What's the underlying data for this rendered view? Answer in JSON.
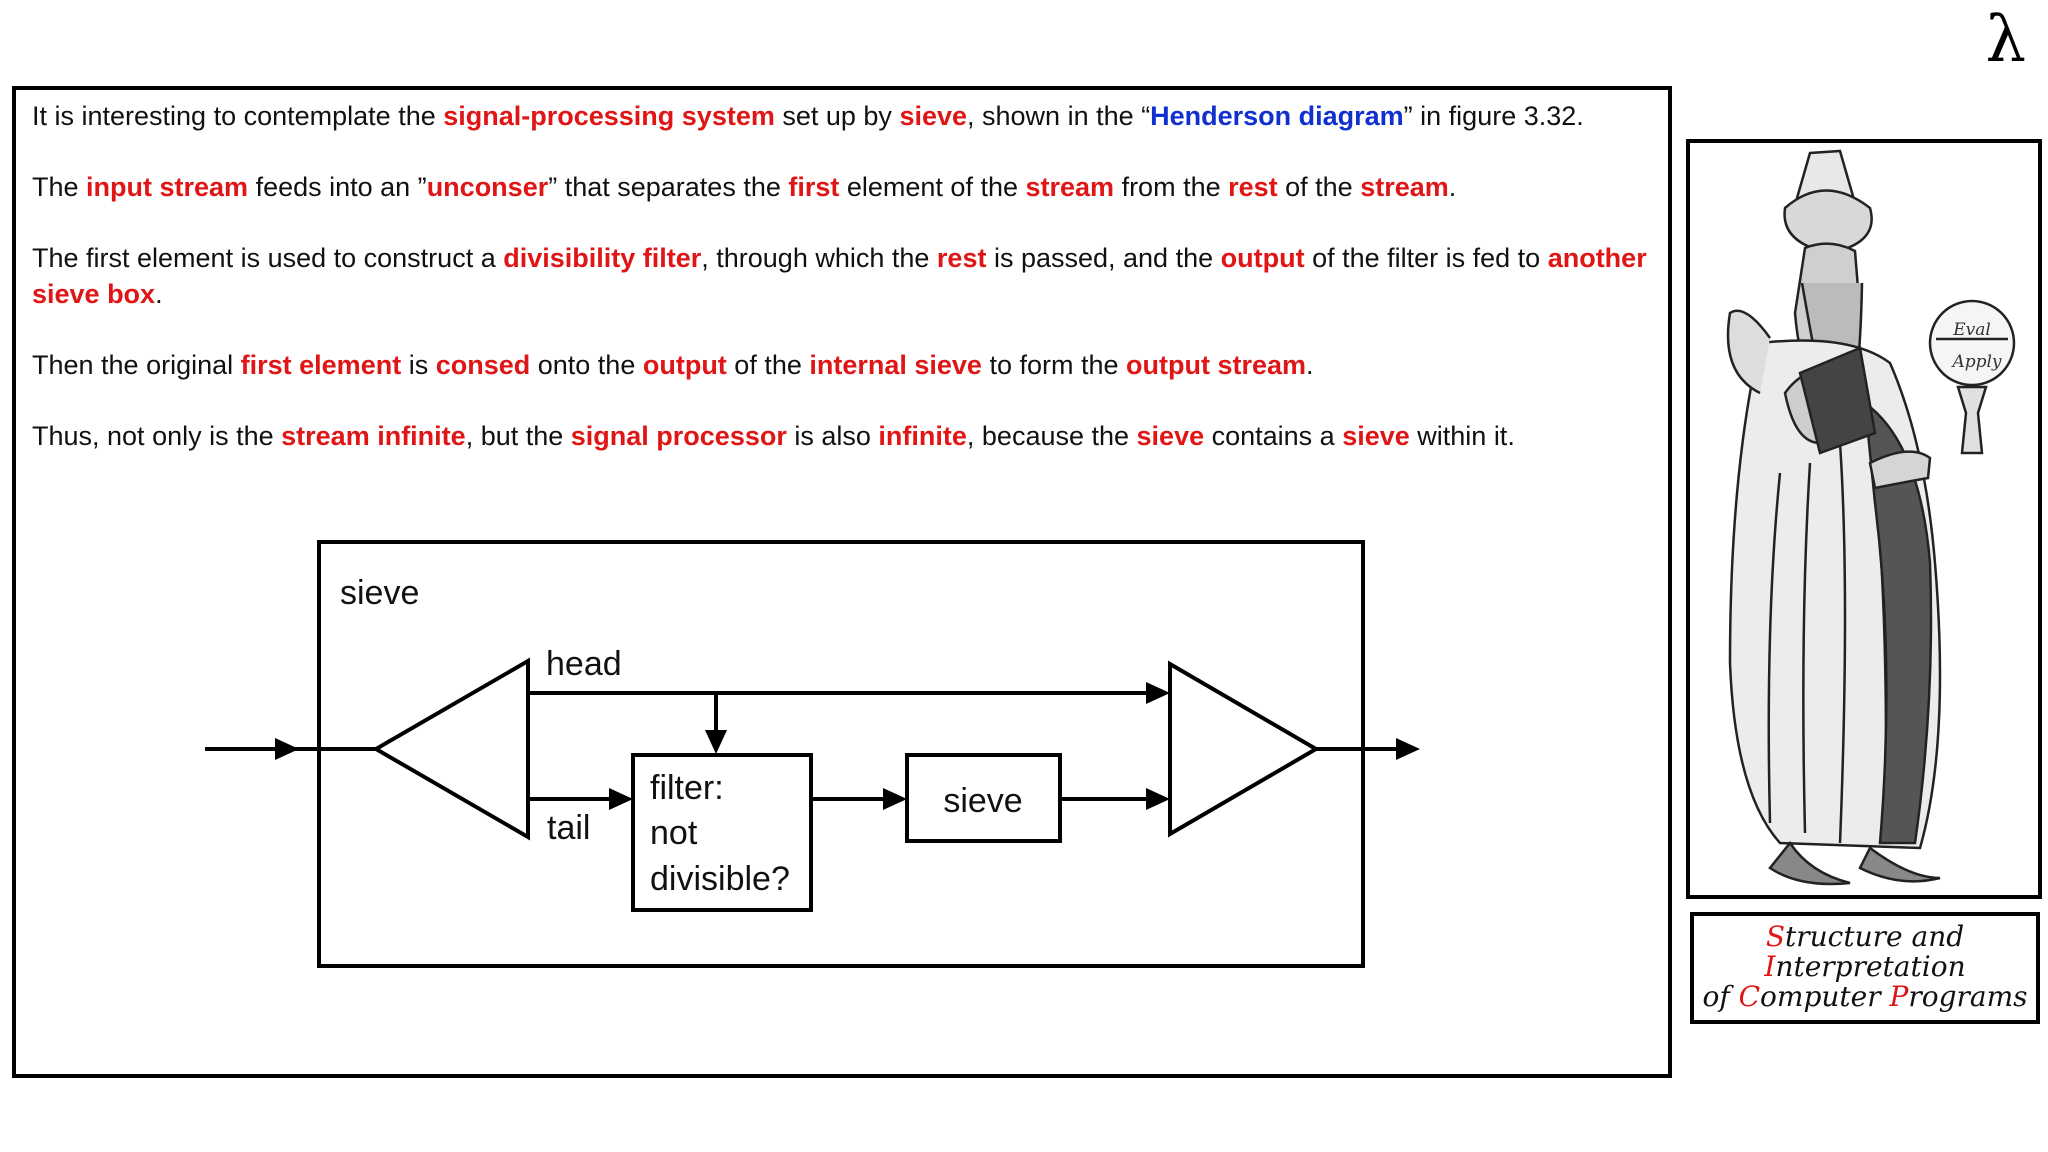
{
  "corner_symbol": "λ",
  "paragraphs": [
    [
      {
        "t": "It is interesting to contemplate the ",
        "s": "n"
      },
      {
        "t": "signal-processing system",
        "s": "r"
      },
      {
        "t": " set up by ",
        "s": "n"
      },
      {
        "t": "sieve",
        "s": "r"
      },
      {
        "t": ", shown in the “",
        "s": "n"
      },
      {
        "t": "Henderson diagram",
        "s": "b"
      },
      {
        "t": "” in figure 3.32.",
        "s": "n"
      }
    ],
    [
      {
        "t": "The ",
        "s": "n"
      },
      {
        "t": "input stream",
        "s": "r"
      },
      {
        "t": " feeds into an ”",
        "s": "n"
      },
      {
        "t": "unconser",
        "s": "r"
      },
      {
        "t": "” that separates the ",
        "s": "n"
      },
      {
        "t": "first",
        "s": "r"
      },
      {
        "t": " element of the ",
        "s": "n"
      },
      {
        "t": "stream",
        "s": "r"
      },
      {
        "t": " from the ",
        "s": "n"
      },
      {
        "t": "rest",
        "s": "r"
      },
      {
        "t": " of the ",
        "s": "n"
      },
      {
        "t": "stream",
        "s": "r"
      },
      {
        "t": ".",
        "s": "n"
      }
    ],
    [
      {
        "t": "The first element is used to construct a ",
        "s": "n"
      },
      {
        "t": "divisibility filter",
        "s": "r"
      },
      {
        "t": ", through which the ",
        "s": "n"
      },
      {
        "t": "rest",
        "s": "r"
      },
      {
        "t": " is passed, and the ",
        "s": "n"
      },
      {
        "t": "output",
        "s": "r"
      },
      {
        "t": " of the filter is fed to ",
        "s": "n"
      },
      {
        "t": "another sieve box",
        "s": "r"
      },
      {
        "t": ".",
        "s": "n"
      }
    ],
    [
      {
        "t": "Then the original ",
        "s": "n"
      },
      {
        "t": "first element",
        "s": "r"
      },
      {
        "t": " is ",
        "s": "n"
      },
      {
        "t": "consed",
        "s": "r"
      },
      {
        "t": " onto the ",
        "s": "n"
      },
      {
        "t": "output",
        "s": "r"
      },
      {
        "t": " of the ",
        "s": "n"
      },
      {
        "t": "internal sieve",
        "s": "r"
      },
      {
        "t": " to form the ",
        "s": "n"
      },
      {
        "t": "output stream",
        "s": "r"
      },
      {
        "t": ".",
        "s": "n"
      }
    ],
    [
      {
        "t": "Thus, not only is the ",
        "s": "n"
      },
      {
        "t": "stream infinite",
        "s": "r"
      },
      {
        "t": ", but the ",
        "s": "n"
      },
      {
        "t": "signal processor",
        "s": "r"
      },
      {
        "t": " is also ",
        "s": "n"
      },
      {
        "t": "infinite",
        "s": "r"
      },
      {
        "t": ", because the ",
        "s": "n"
      },
      {
        "t": "sieve",
        "s": "r"
      },
      {
        "t": " contains a ",
        "s": "n"
      },
      {
        "t": "sieve",
        "s": "r"
      },
      {
        "t": " within it.",
        "s": "n"
      }
    ]
  ],
  "diagram": {
    "outer_label": "sieve",
    "head_label": "head",
    "tail_label": "tail",
    "filter_lines": [
      "filter:",
      "not",
      "divisible?"
    ],
    "inner_sieve_label": "sieve"
  },
  "portrait": {
    "orb_text_top": "Eval",
    "orb_text_bottom": "Apply"
  },
  "caption": {
    "line1": [
      {
        "t": "S",
        "c": true
      },
      {
        "t": "tructure and",
        "c": false
      }
    ],
    "line2": [
      {
        "t": "I",
        "c": true
      },
      {
        "t": "nterpretation",
        "c": false
      }
    ],
    "line3": [
      {
        "t": "of ",
        "c": false
      },
      {
        "t": "C",
        "c": true
      },
      {
        "t": "omputer ",
        "c": false
      },
      {
        "t": "P",
        "c": true
      },
      {
        "t": "rograms",
        "c": false
      }
    ]
  },
  "colors": {
    "highlight": "#e01616",
    "link": "#1030d0"
  }
}
